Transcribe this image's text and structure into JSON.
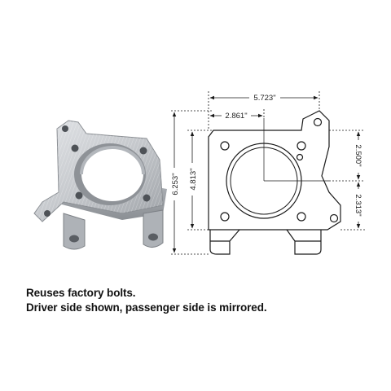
{
  "drawing": {
    "overall_width": "5.723\"",
    "center_offset_x": "2.861\"",
    "overall_height": "6.253\"",
    "body_height": "4.813\"",
    "upper_offset": "2.500\"",
    "lower_offset": "2.313\""
  },
  "caption": {
    "line1": "Reuses factory bolts.",
    "line2": "Driver side shown, passenger side is mirrored."
  },
  "colors": {
    "part_metal": "#c9ccd0",
    "line": "#1a1a1a",
    "caption_text": "#111111"
  }
}
